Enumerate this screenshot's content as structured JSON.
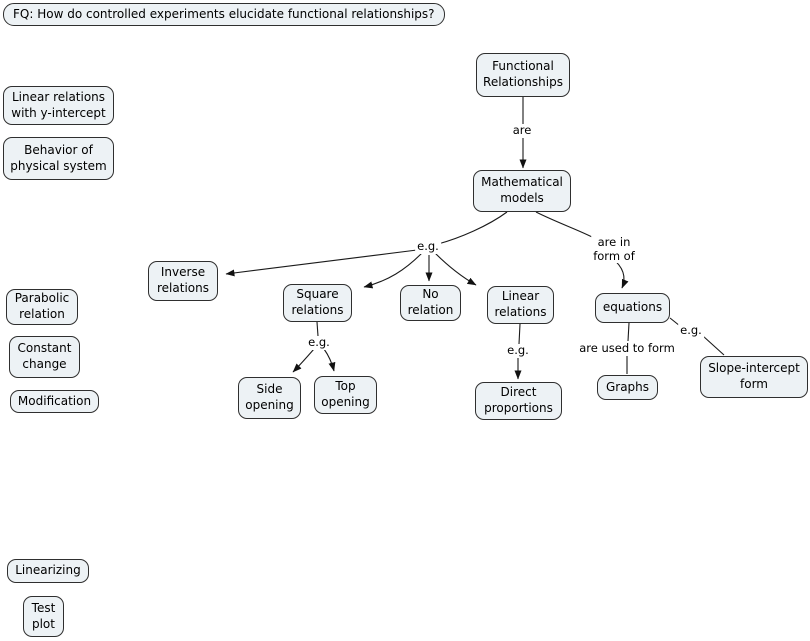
{
  "concept_map": {
    "focus_question": "FQ: How do controlled experiments elucidate functional relationships?",
    "nodes": [
      {
        "id": "focus-question",
        "label": "FQ: How do controlled experiments elucidate functional relationships?"
      },
      {
        "id": "linear-relations-with-y-intercept",
        "label": "Linear relations\nwith y-intercept"
      },
      {
        "id": "behavior-of-physical-system",
        "label": "Behavior of\nphysical system"
      },
      {
        "id": "functional-relationships",
        "label": "Functional\nRelationships"
      },
      {
        "id": "mathematical-models",
        "label": "Mathematical\nmodels"
      },
      {
        "id": "inverse-relations",
        "label": "Inverse\nrelations"
      },
      {
        "id": "square-relations",
        "label": "Square\nrelations"
      },
      {
        "id": "no-relation",
        "label": "No\nrelation"
      },
      {
        "id": "linear-relations",
        "label": "Linear\nrelations"
      },
      {
        "id": "equations",
        "label": "equations"
      },
      {
        "id": "side-opening",
        "label": "Side\nopening"
      },
      {
        "id": "top-opening",
        "label": "Top\nopening"
      },
      {
        "id": "direct-proportions",
        "label": "Direct\nproportions"
      },
      {
        "id": "graphs",
        "label": "Graphs"
      },
      {
        "id": "slope-intercept-form",
        "label": "Slope-intercept\nform"
      },
      {
        "id": "parabolic-relation",
        "label": "Parabolic\nrelation"
      },
      {
        "id": "constant-change",
        "label": "Constant\nchange"
      },
      {
        "id": "modification",
        "label": "Modification"
      },
      {
        "id": "linearizing",
        "label": "Linearizing"
      },
      {
        "id": "test-plot",
        "label": "Test\nplot"
      }
    ],
    "link_labels": {
      "are": "are",
      "eg_models": "e.g.",
      "are_in_form_of": "are in\nform of",
      "eg_square": "e.g.",
      "eg_linear": "e.g.",
      "are_used_to_form": "are used to form",
      "eg_equations": "e.g."
    },
    "links": [
      {
        "from": "Functional Relationships",
        "to": "Mathematical models",
        "label": "are"
      },
      {
        "from": "Mathematical models",
        "to": "Inverse relations",
        "label": "e.g."
      },
      {
        "from": "Mathematical models",
        "to": "Square relations",
        "label": "e.g."
      },
      {
        "from": "Mathematical models",
        "to": "No relation",
        "label": "e.g."
      },
      {
        "from": "Mathematical models",
        "to": "Linear relations",
        "label": "e.g."
      },
      {
        "from": "Mathematical models",
        "to": "equations",
        "label": "are in form of"
      },
      {
        "from": "Square relations",
        "to": "Side opening",
        "label": "e.g."
      },
      {
        "from": "Square relations",
        "to": "Top opening",
        "label": "e.g."
      },
      {
        "from": "Linear relations",
        "to": "Direct proportions",
        "label": "e.g."
      },
      {
        "from": "equations",
        "to": "Graphs",
        "label": "are used to form"
      },
      {
        "from": "equations",
        "to": "Slope-intercept form",
        "label": "e.g."
      }
    ],
    "colors": {
      "node_fill": "#edf2f5",
      "node_border": "#2f2f2f",
      "line": "#1a1a1a",
      "background": "#ffffff"
    }
  }
}
